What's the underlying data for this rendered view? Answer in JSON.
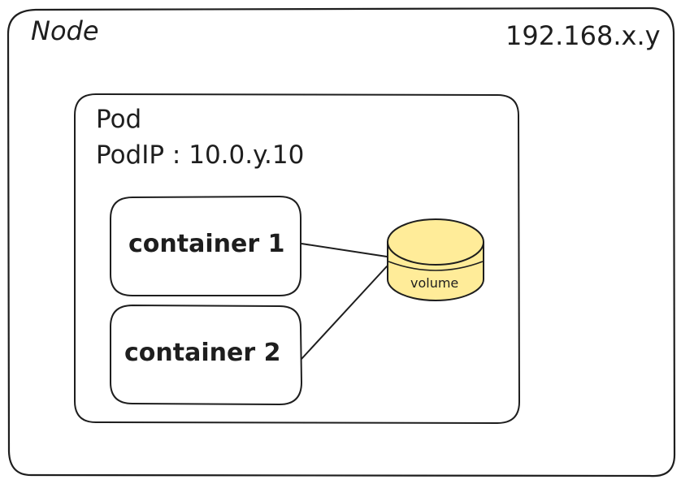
{
  "node": {
    "title": "Node",
    "ip": "192.168.x.y"
  },
  "pod": {
    "title": "Pod",
    "ip_label": "PodIP : 10.0.y.10"
  },
  "containers": [
    {
      "label": "container 1"
    },
    {
      "label": "container 2"
    }
  ],
  "volume": {
    "label": "volume",
    "fill": "#ffec99",
    "stroke": "#1e1e1e"
  },
  "colors": {
    "stroke": "#1e1e1e",
    "background": "#ffffff"
  }
}
